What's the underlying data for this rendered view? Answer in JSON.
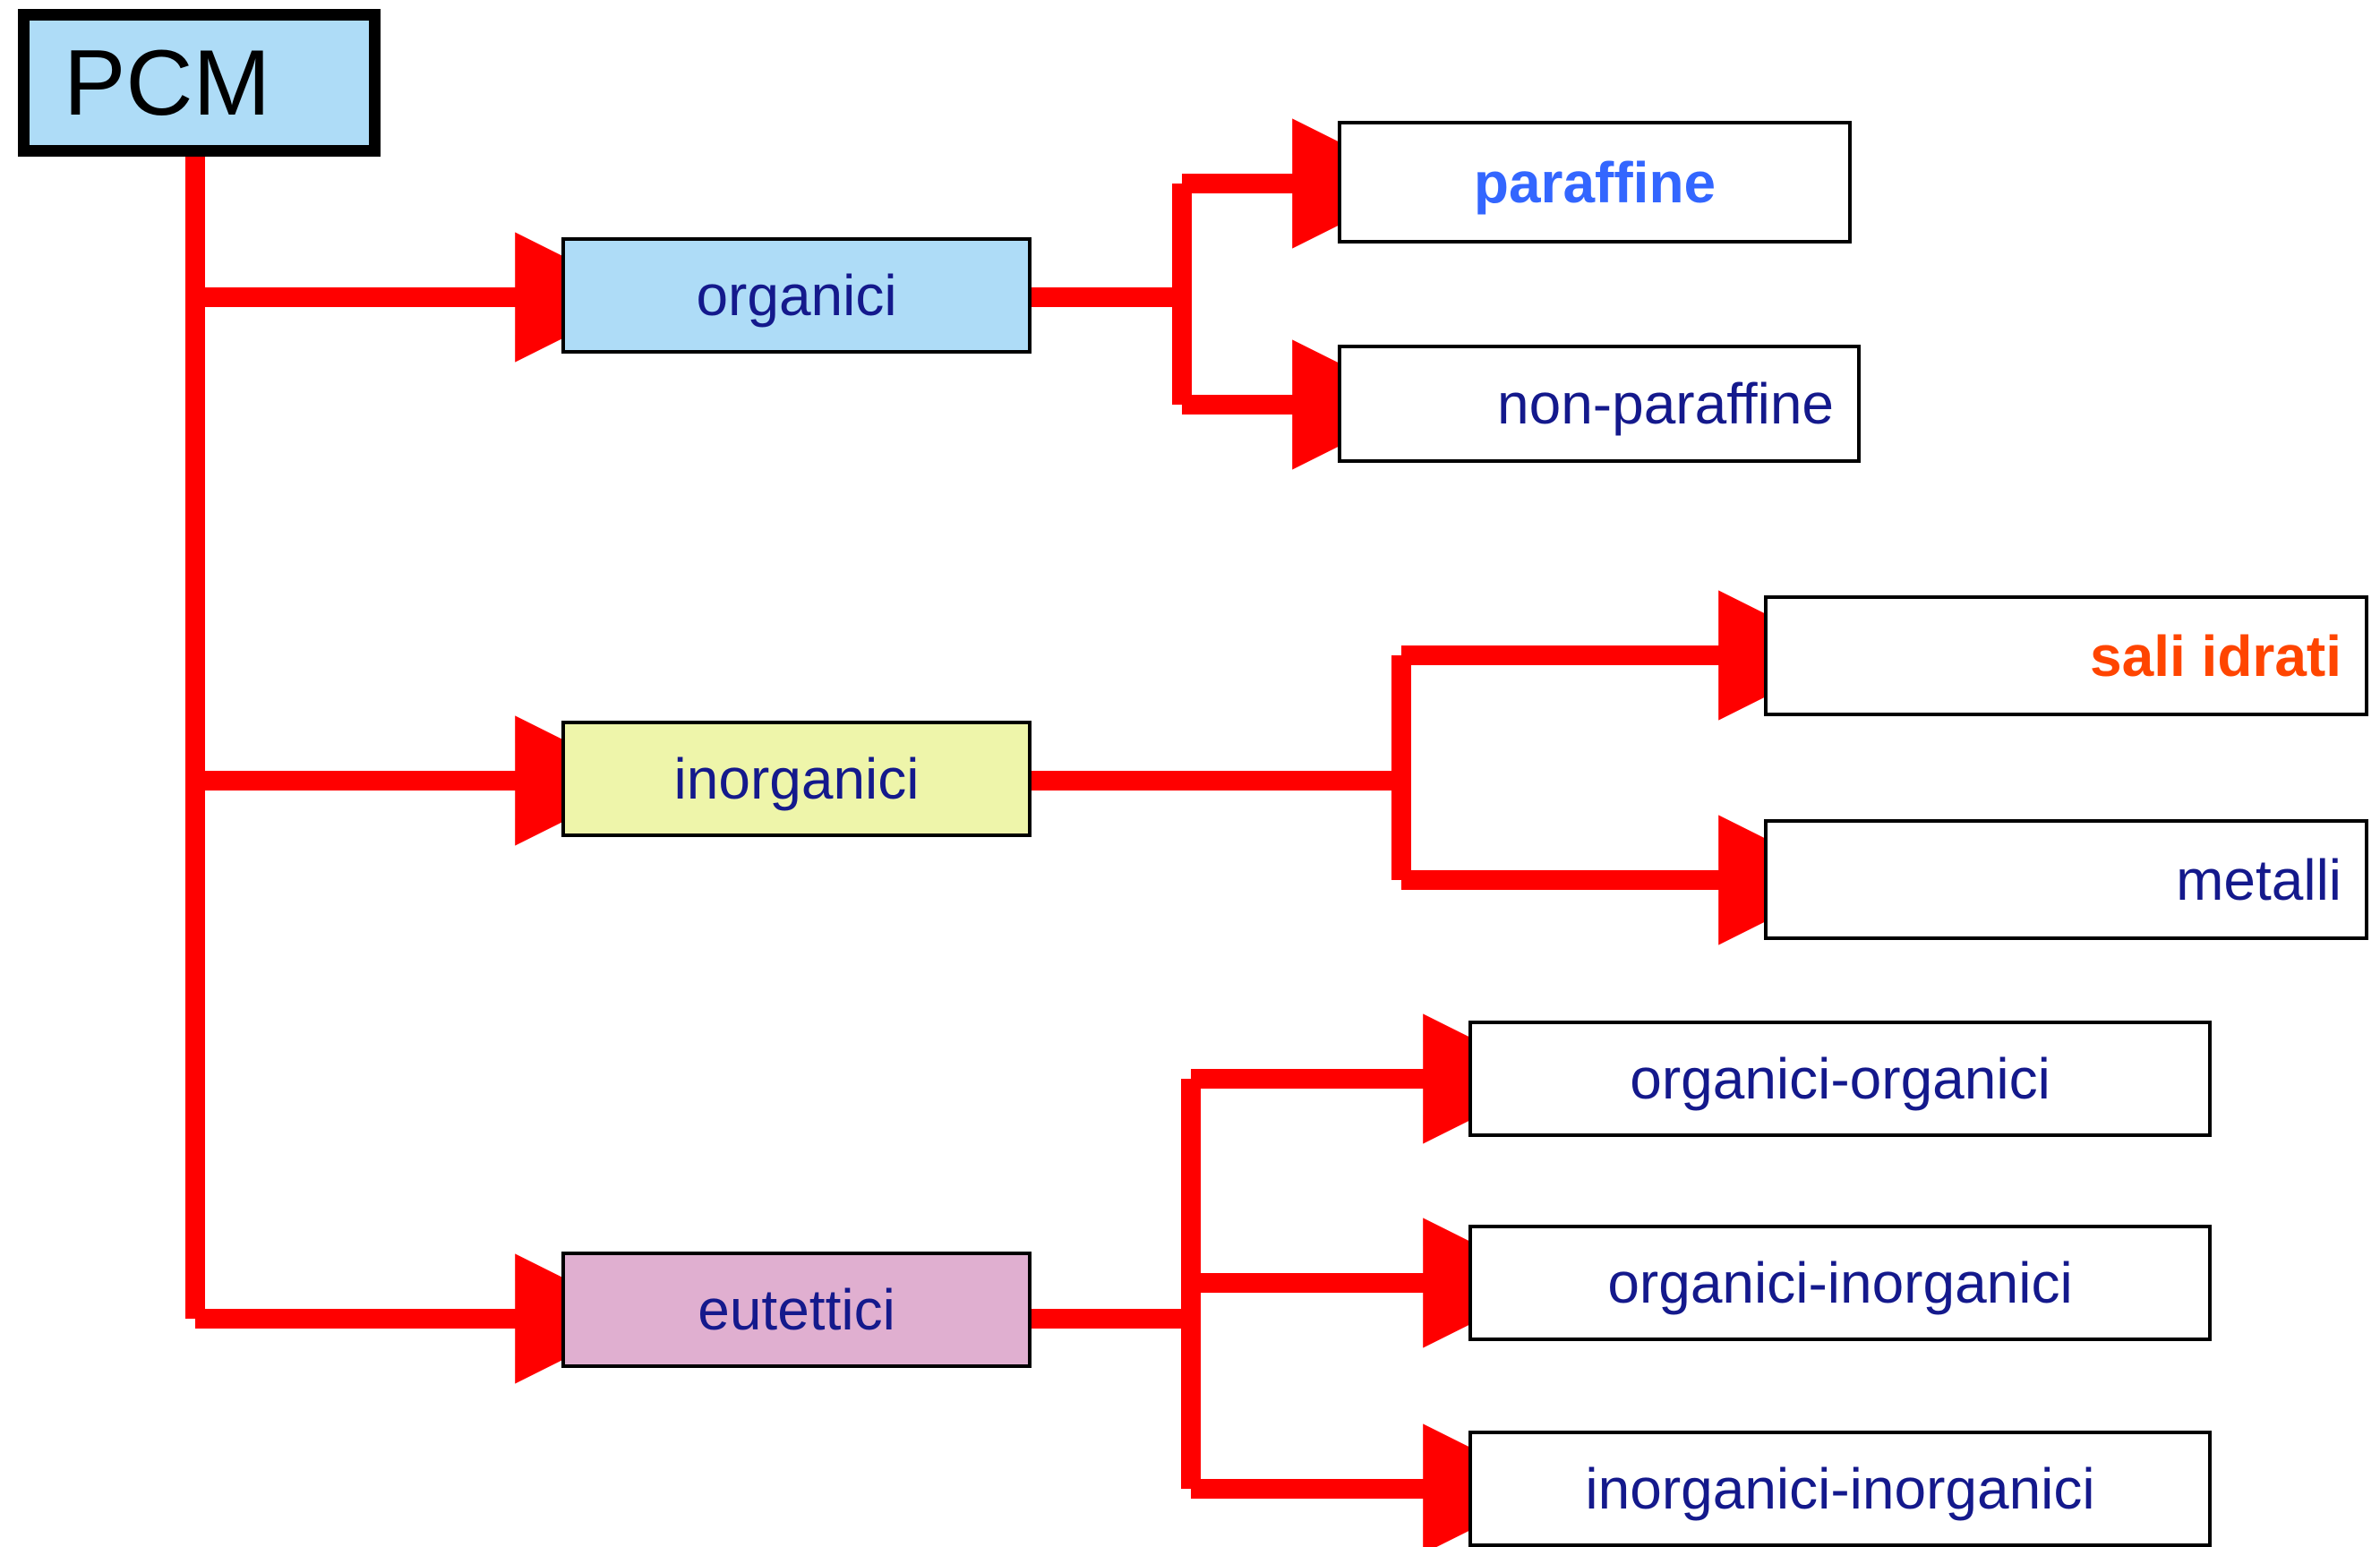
{
  "diagram": {
    "title": "PCM classification tree",
    "language": "it",
    "background_color": "#FFFFFF",
    "connector_color": "#FF0000",
    "colors": {
      "root_fill": "#AEDCF7",
      "organici_fill": "#AEDCF7",
      "inorganici_fill": "#EEF5AA",
      "eutettici_fill": "#E0AFD0",
      "leaf_fill": "#FFFFFF",
      "text_navy": "#14198C",
      "text_black": "#000000",
      "text_bright_blue": "#3366FF",
      "text_orange": "#FF4500",
      "border": "#000000"
    },
    "root": {
      "label": "PCM"
    },
    "branches": [
      {
        "key": "organici",
        "label": "organici",
        "children": [
          {
            "key": "paraffine",
            "label": "paraffine"
          },
          {
            "key": "non-paraffine",
            "label": "non-paraffine"
          }
        ]
      },
      {
        "key": "inorganici",
        "label": "inorganici",
        "children": [
          {
            "key": "sali-idrati",
            "label": "sali idrati"
          },
          {
            "key": "metalli",
            "label": "metalli"
          }
        ]
      },
      {
        "key": "eutettici",
        "label": "eutettici",
        "children": [
          {
            "key": "organici-organici",
            "label": "organici-organici"
          },
          {
            "key": "organici-inorganici",
            "label": "organici-inorganici"
          },
          {
            "key": "inorganici-inorganici",
            "label": "inorganici-inorganici"
          }
        ]
      }
    ]
  }
}
